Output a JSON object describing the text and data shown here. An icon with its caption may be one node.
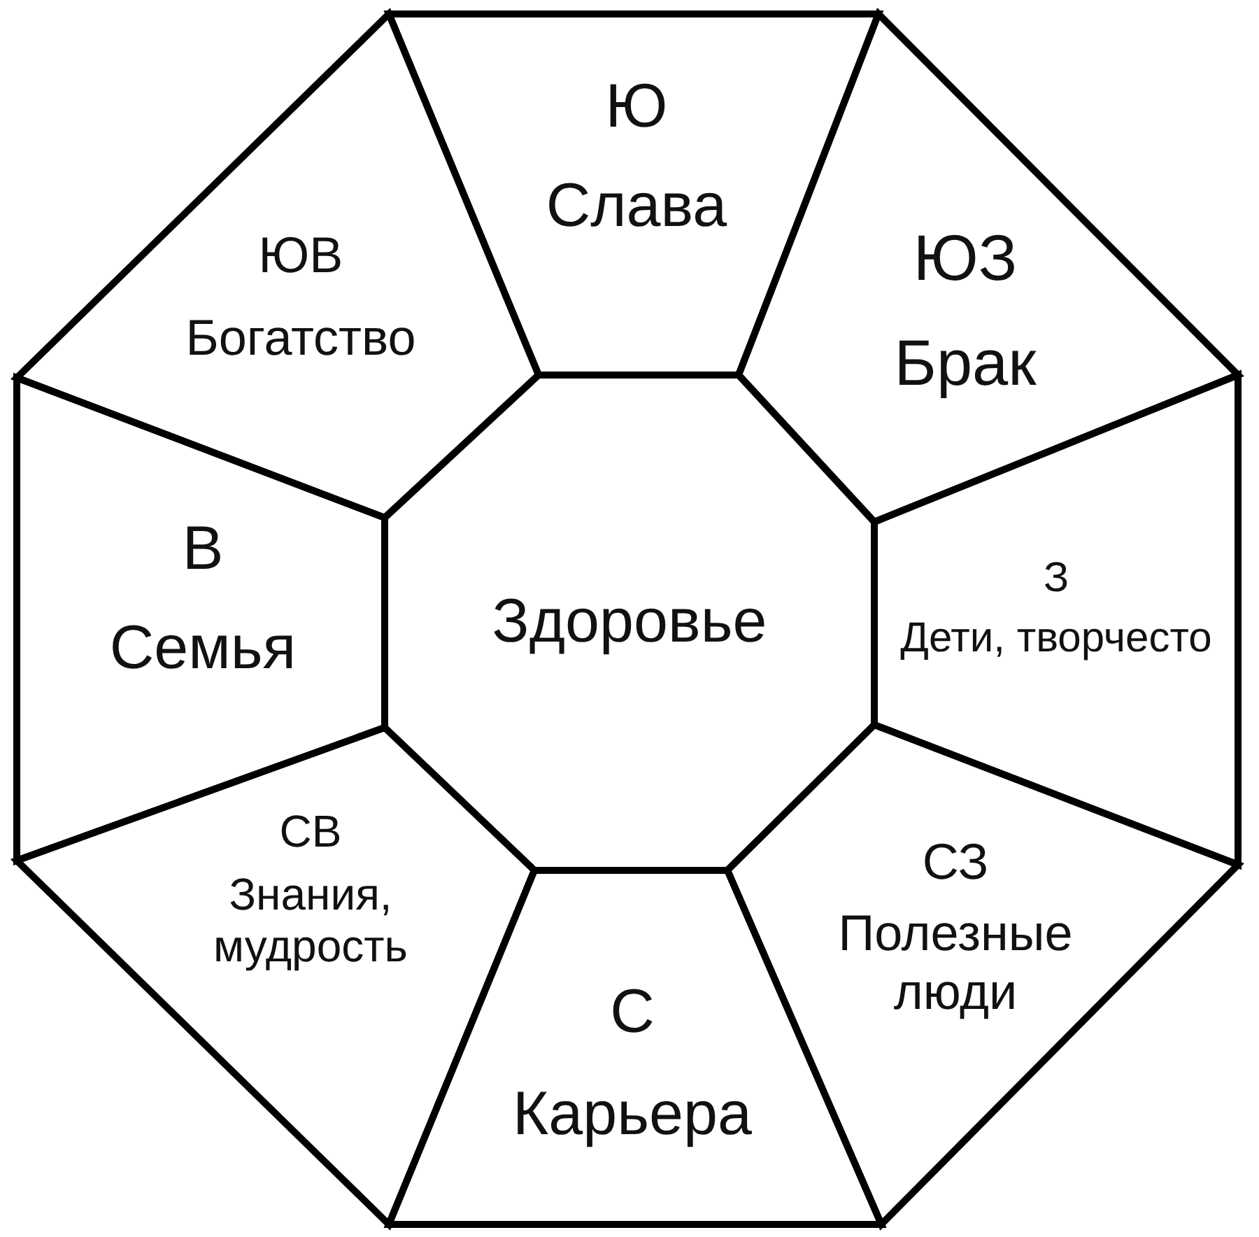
{
  "diagram": {
    "nodes": [
      {
        "text": [
          "Ю",
          "Слава"
        ]
      },
      {
        "text": [
          "ЮВ",
          "Богатство"
        ]
      },
      {
        "text": [
          "ЮЗ",
          "Брак"
        ]
      },
      {
        "text": [
          "В",
          "Семья"
        ]
      },
      {
        "text": [
          "Здоровье"
        ]
      },
      {
        "text": [
          "З",
          "Дети, творчесто"
        ]
      },
      {
        "text": [
          "СВ",
          "Знания, мудрость"
        ]
      },
      {
        "text": [
          "СЗ",
          "Полезные люди"
        ]
      },
      {
        "text": [
          "С",
          "Карьера"
        ]
      }
    ]
  }
}
